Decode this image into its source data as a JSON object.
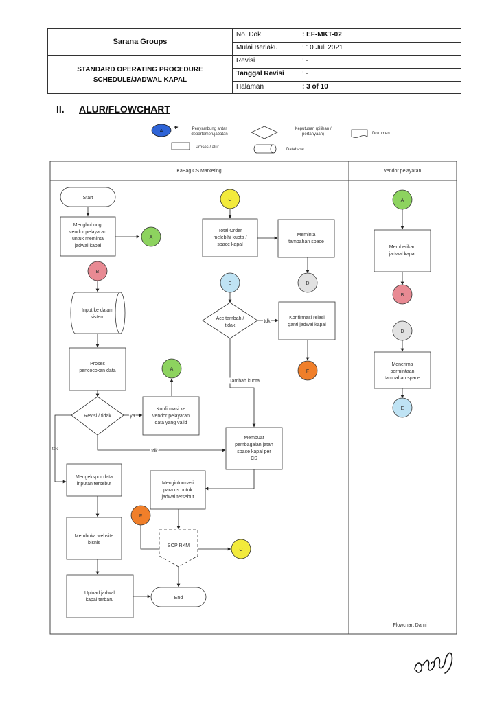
{
  "header": {
    "company": "Sarana Groups",
    "sop_line1": "STANDARD OPERATING PROCEDURE",
    "sop_line2": "SCHEDULE/JADWAL KAPAL",
    "rows": [
      {
        "label": "No. Dok",
        "value": ": EF-MKT-02"
      },
      {
        "label": "Mulai Berlaku",
        "value": ": 10 Juli 2021"
      },
      {
        "label": "Revisi",
        "value": ": -"
      },
      {
        "label": "Tanggal Revisi",
        "value": ": -"
      },
      {
        "label": "Halaman",
        "value": ": 3 of 10"
      }
    ]
  },
  "section": {
    "number": "II.",
    "title": "ALUR/FLOWCHART"
  },
  "legend": {
    "connector_letter": "A",
    "connector_text_1": "Penyambung antar",
    "connector_text_2": "departemen/jabatan",
    "decision_text_1": "Keputusan (pilihan /",
    "decision_text_2": "pertanyaan)",
    "document_text": "Dokumen",
    "process_text": "Proses / alur",
    "database_text": "Database"
  },
  "lanes": {
    "left": "KaBag CS Marketing",
    "right": "Vendor pelayaran"
  },
  "nodes": {
    "start": "Start",
    "contact_1": "Menghubungi",
    "contact_2": "vendor pelayaran",
    "contact_3": "untuk meminta",
    "contact_4": "jadwal kapal",
    "input_1": "Input ke dalam",
    "input_2": "sistem",
    "match_1": "Proses",
    "match_2": "pencocokan data",
    "revisi_dec": "Revisi / tidak",
    "confirm_1": "Konfirmasi ke",
    "confirm_2": "vendor pelayaran",
    "confirm_3": "data yang valid",
    "export_1": "Mengekspor data",
    "export_2": "inputan tersebut",
    "website_1": "Membuka website",
    "website_2": "bisnis",
    "upload_1": "Upload jadwal",
    "upload_2": "kapal terbaru",
    "total_1": "Total Order",
    "total_2": "melebihi kuota /",
    "total_3": "space kapal",
    "request_1": "Meminta",
    "request_2": "tambahan space",
    "acc_1": "Acc tambah /",
    "acc_2": "tidak",
    "konf_1": "Konfirmasi relasi",
    "konf_2": "ganti jadwal kapal",
    "tambah_kuota": "Tambah kuota",
    "bagi_1": "Membuat",
    "bagi_2": "pembagaian jatah",
    "bagi_3": "space kapal per",
    "bagi_4": "CS",
    "inform_1": "Menginformasi",
    "inform_2": "para cs untuk",
    "inform_3": "jadwal tersebut",
    "sop": "SOP RKM",
    "end": "End",
    "beri_1": "Memberikan",
    "beri_2": "jadwal kapal",
    "terima_1": "Menerima",
    "terima_2": "permintaan",
    "terima_3": "tambahan space"
  },
  "labels": {
    "ya": "ya",
    "tdk": "tdk"
  },
  "connectors": {
    "A": "A",
    "B": "B",
    "C": "C",
    "D": "D",
    "E": "E",
    "F": "F"
  },
  "colors": {
    "A": "#8dd35f",
    "B": "#e88a93",
    "C": "#f2ea3c",
    "D": "#e2e2e2",
    "E": "#bfe3f4",
    "F": "#f07f2a",
    "legend_connector": "#2e63d6"
  },
  "footer_note": "Flowchart  Darni"
}
